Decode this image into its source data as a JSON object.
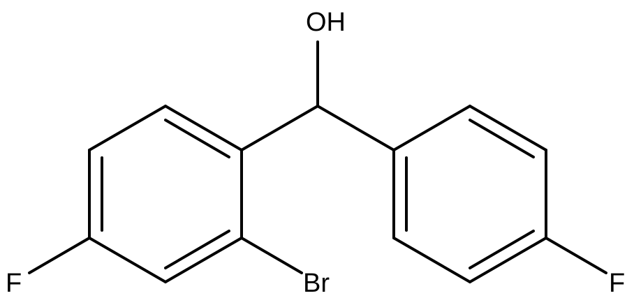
{
  "molecule": {
    "atoms": {
      "hydroxyl": "OH",
      "bromine": "Br",
      "fluorine_left": "F",
      "fluorine_right": "F"
    },
    "bond_color": "#000000",
    "label_color": "#000000",
    "background": "#ffffff"
  }
}
